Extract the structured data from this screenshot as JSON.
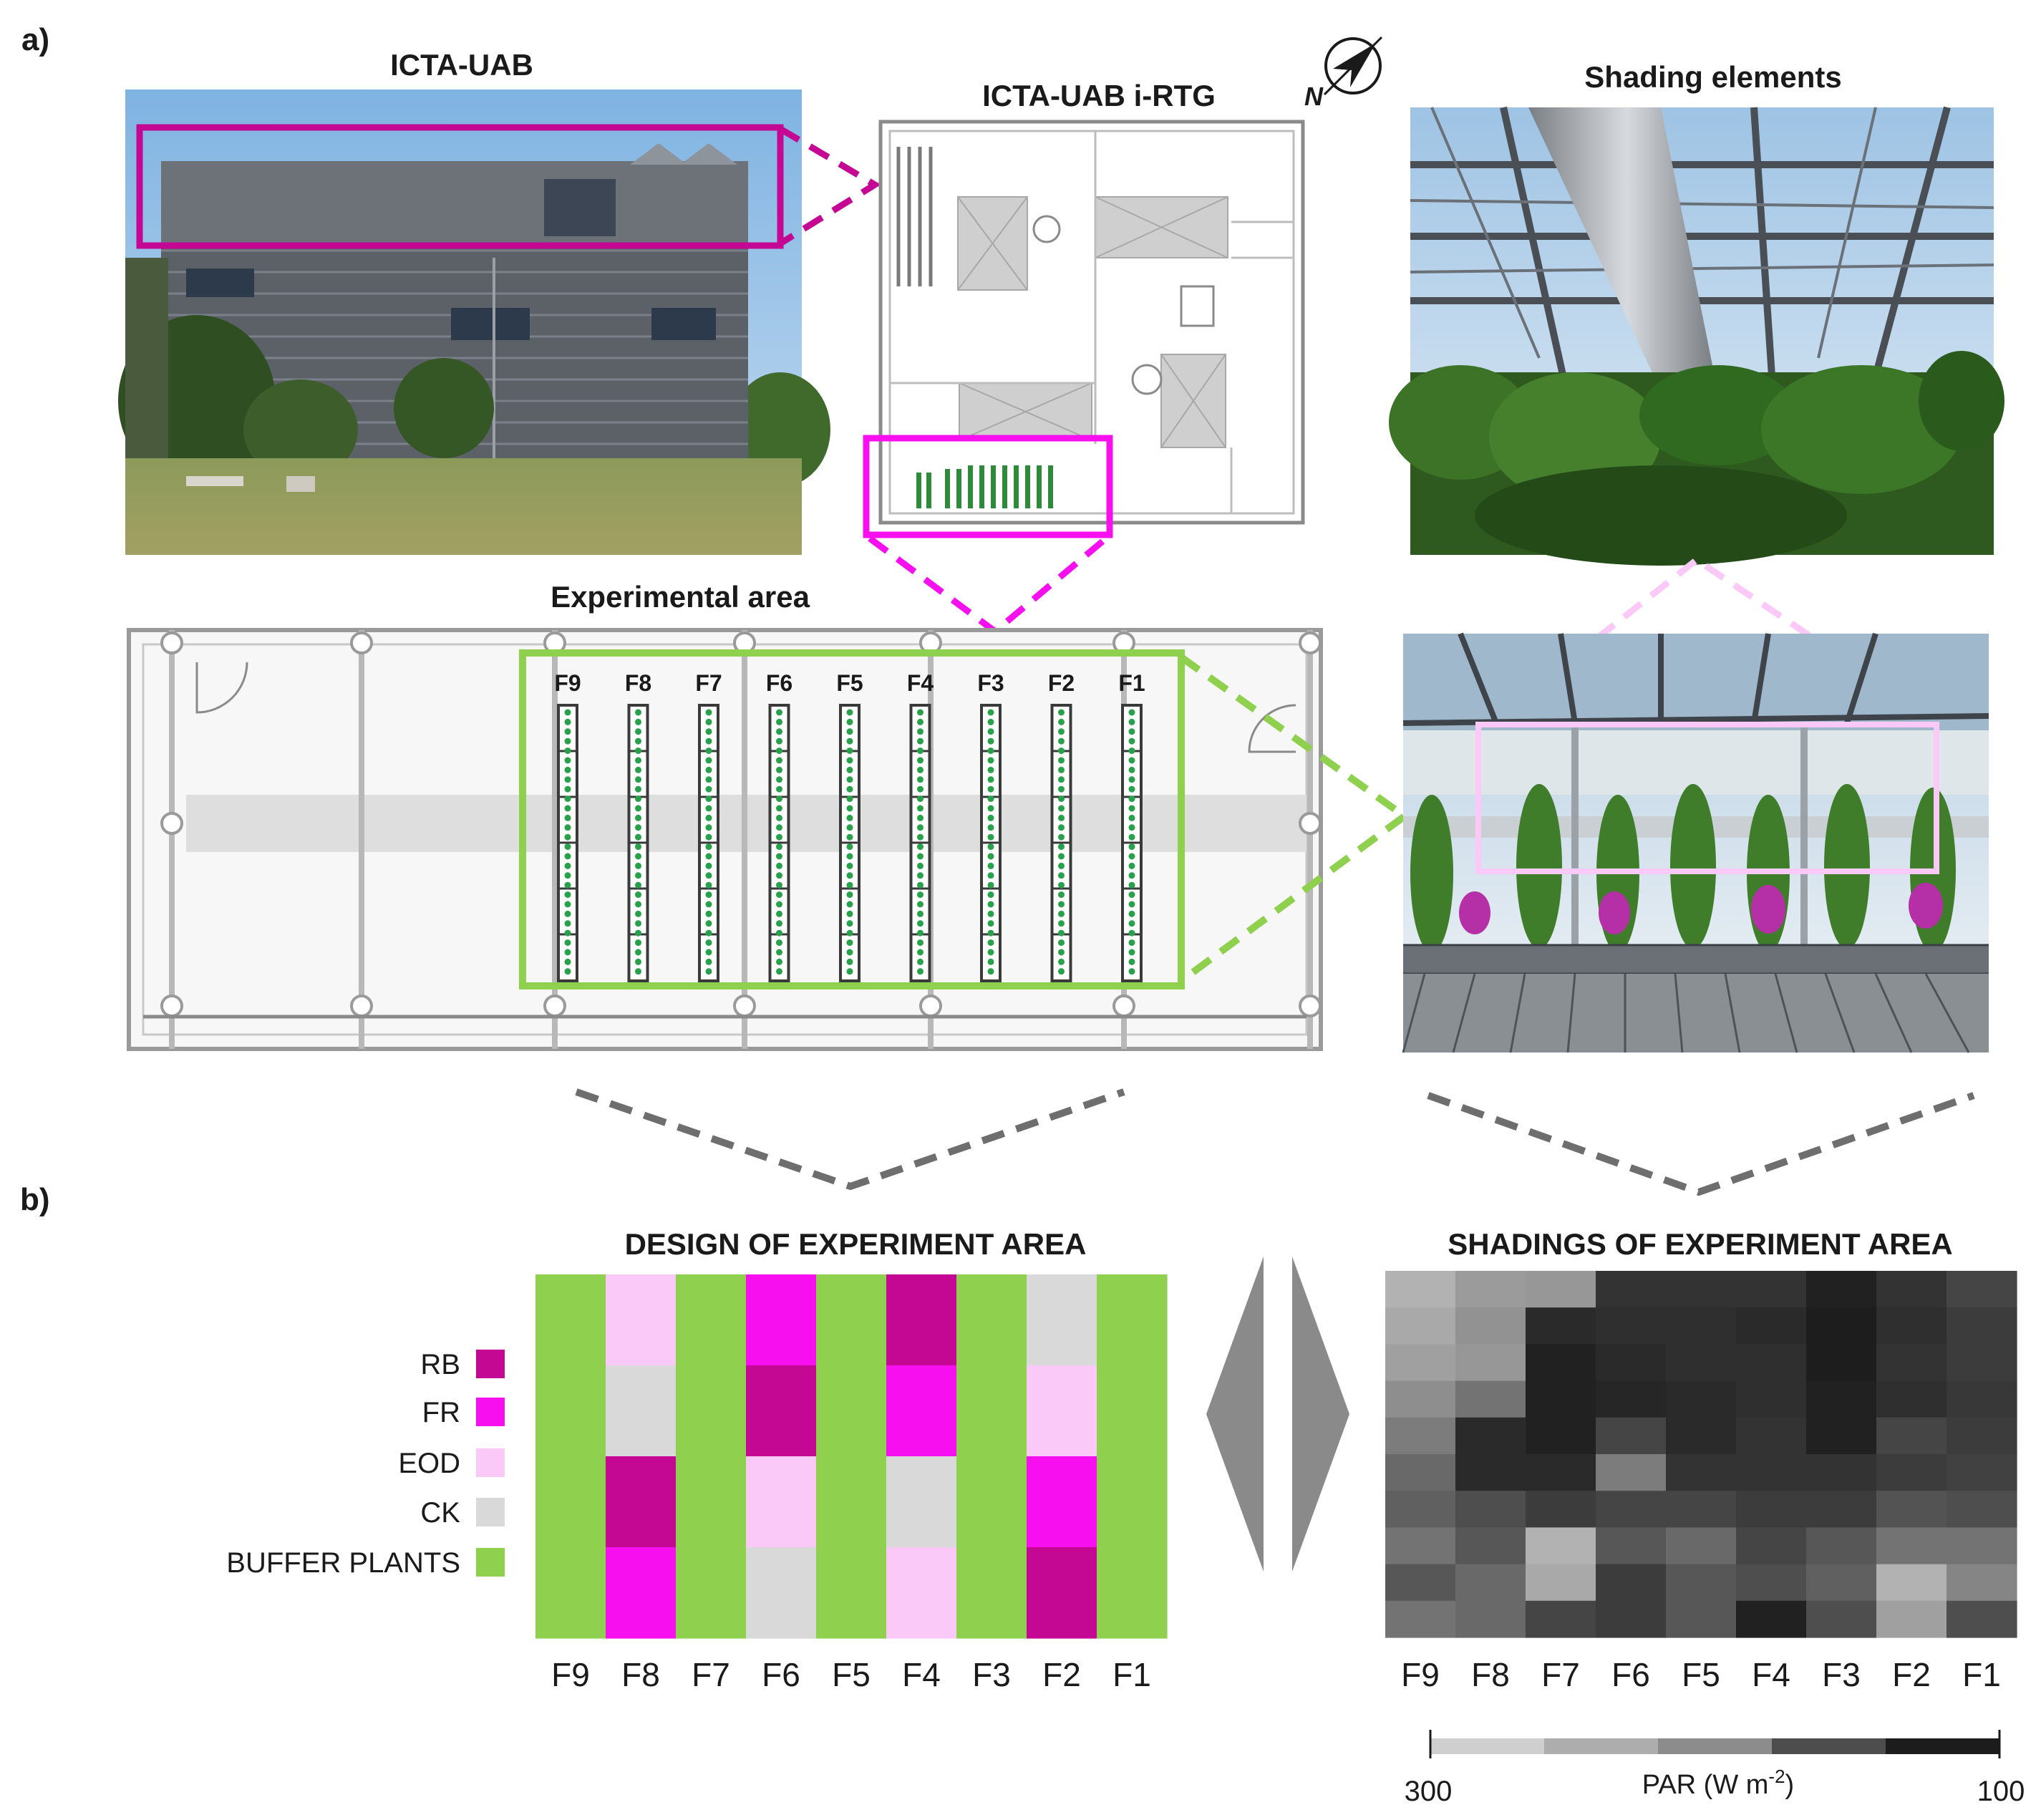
{
  "panel_a": {
    "label": "a)",
    "photo_title": "ICTA-UAB",
    "plan_title": "ICTA-UAB i-RTG",
    "north_label": "N",
    "shading_title": "Shading elements",
    "experimental_title": "Experimental area",
    "row_labels": [
      "F9",
      "F8",
      "F7",
      "F6",
      "F5",
      "F4",
      "F3",
      "F2",
      "F1"
    ]
  },
  "panel_b": {
    "label": "b)",
    "design_title": "DESIGN OF EXPERIMENT AREA",
    "shading_title": "SHADINGS OF EXPERIMENT AREA",
    "legend": [
      {
        "label": "RB",
        "color": "#c40893"
      },
      {
        "label": "FR",
        "color": "#f70ff0"
      },
      {
        "label": "EOD",
        "color": "#fbc9f7"
      },
      {
        "label": "CK",
        "color": "#d9d9d9"
      },
      {
        "label": "BUFFER PLANTS",
        "color": "#8fd14f"
      }
    ],
    "colorbar": {
      "min_label": "300",
      "max_label": "100",
      "title": "PAR (W m-2)",
      "colors": [
        "#cfcfcf",
        "#adadad",
        "#8c8c8c",
        "#4d4d4d",
        "#1c1c1c"
      ]
    }
  },
  "chart_data": [
    {
      "type": "heatmap",
      "title": "DESIGN OF EXPERIMENT AREA",
      "x": [
        "F9",
        "F8",
        "F7",
        "F6",
        "F5",
        "F4",
        "F3",
        "F2",
        "F1"
      ],
      "rows": 4,
      "cells": [
        [
          "BUFFER PLANTS",
          "EOD",
          "BUFFER PLANTS",
          "FR",
          "BUFFER PLANTS",
          "RB",
          "BUFFER PLANTS",
          "CK",
          "BUFFER PLANTS"
        ],
        [
          "BUFFER PLANTS",
          "CK",
          "BUFFER PLANTS",
          "RB",
          "BUFFER PLANTS",
          "FR",
          "BUFFER PLANTS",
          "EOD",
          "BUFFER PLANTS"
        ],
        [
          "BUFFER PLANTS",
          "RB",
          "BUFFER PLANTS",
          "EOD",
          "BUFFER PLANTS",
          "CK",
          "BUFFER PLANTS",
          "FR",
          "BUFFER PLANTS"
        ],
        [
          "BUFFER PLANTS",
          "FR",
          "BUFFER PLANTS",
          "CK",
          "BUFFER PLANTS",
          "EOD",
          "BUFFER PLANTS",
          "RB",
          "BUFFER PLANTS"
        ]
      ]
    },
    {
      "type": "heatmap",
      "title": "SHADINGS OF EXPERIMENT AREA",
      "x": [
        "F9",
        "F8",
        "F7",
        "F6",
        "F5",
        "F4",
        "F3",
        "F2",
        "F1"
      ],
      "rows": 10,
      "value_range": [
        100,
        300
      ],
      "value_label": "PAR (W m-2)",
      "values": [
        [
          270,
          245,
          240,
          130,
          130,
          130,
          110,
          130,
          150
        ],
        [
          260,
          235,
          120,
          125,
          125,
          120,
          105,
          125,
          140
        ],
        [
          250,
          240,
          110,
          120,
          125,
          125,
          105,
          130,
          140
        ],
        [
          230,
          200,
          110,
          115,
          120,
          125,
          110,
          125,
          135
        ],
        [
          210,
          120,
          110,
          150,
          120,
          130,
          110,
          150,
          140
        ],
        [
          190,
          120,
          120,
          210,
          130,
          130,
          130,
          140,
          145
        ],
        [
          180,
          160,
          140,
          150,
          150,
          140,
          140,
          165,
          160
        ],
        [
          200,
          170,
          270,
          170,
          190,
          150,
          170,
          200,
          200
        ],
        [
          170,
          190,
          260,
          140,
          170,
          160,
          180,
          270,
          220
        ],
        [
          200,
          190,
          150,
          140,
          170,
          110,
          160,
          250,
          160
        ]
      ]
    }
  ]
}
